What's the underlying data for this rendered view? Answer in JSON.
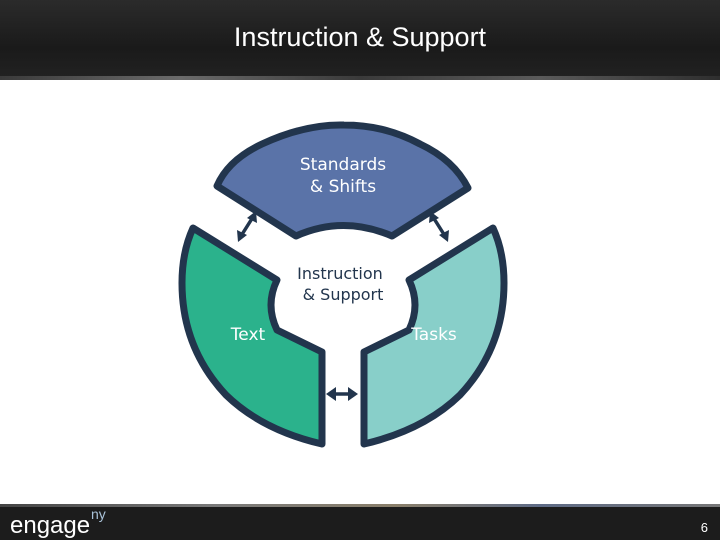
{
  "slide": {
    "title": "Instruction & Support",
    "page_number": "6"
  },
  "diagram": {
    "top_segment": [
      "Standards",
      "& Shifts"
    ],
    "left_segment": "Text",
    "right_segment": "Tasks",
    "center": [
      "Instruction",
      "& Support"
    ],
    "colors": {
      "top": "#5a73a8",
      "left": "#2bb28c",
      "right": "#88cfc9",
      "outline": "#22354d"
    }
  },
  "footer": {
    "logo_text": "engage",
    "logo_superscript": "ny"
  }
}
